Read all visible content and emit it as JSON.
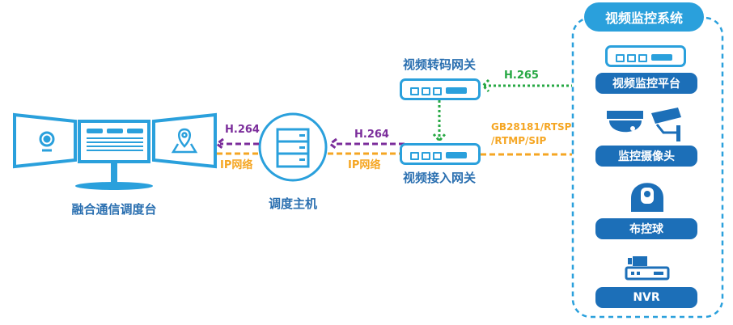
{
  "console": {
    "label": "融合通信调度台"
  },
  "host": {
    "label": "调度主机"
  },
  "link_console_host": {
    "codec": "H.264",
    "network": "IP网络"
  },
  "link_host_gateway": {
    "codec": "H.264",
    "network": "IP网络"
  },
  "transcode_gateway": {
    "label": "视频转码网关"
  },
  "access_gateway": {
    "label": "视频接入网关"
  },
  "link_transcode": {
    "codec": "H.265"
  },
  "link_access": {
    "protocols_line1": "GB28181/RTSP",
    "protocols_line2": "/RTMP/SIP"
  },
  "system": {
    "title": "视频监控系统",
    "items": [
      {
        "label": "视频监控平台"
      },
      {
        "label": "监控摄像头"
      },
      {
        "label": "布控球"
      },
      {
        "label": "NVR"
      }
    ]
  },
  "colors": {
    "blue": "#2aa0dc",
    "dark_blue": "#1c6fb8",
    "purple": "#7b2d9b",
    "orange": "#f5a623",
    "green": "#27a844"
  }
}
